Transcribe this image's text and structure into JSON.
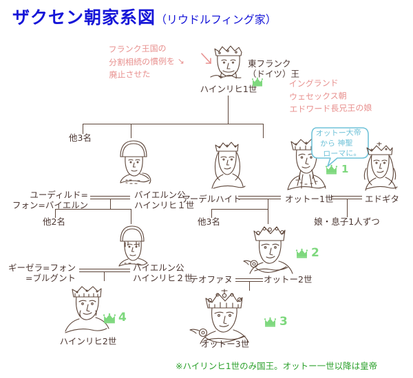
{
  "title": {
    "main": "ザクセン朝家系図",
    "sub": "（リウドルフィング家）"
  },
  "annotations": {
    "left_pink": [
      "フランク王国の",
      "分割相続の慣例を ↘",
      "廃止させた"
    ],
    "right_pink": [
      "イングランド",
      "ウェセックス朝",
      "エドワード長兄王の娘"
    ],
    "bubble_blue": [
      "オットー大帝",
      "から 神聖",
      "ローマに。"
    ]
  },
  "people": {
    "heinrich1": {
      "name": "ハインリヒ1世",
      "role": [
        "東フランク",
        "（ドイツ）王"
      ]
    },
    "bayern_heinrich1": {
      "name": [
        "バイエルン公",
        "ハインリヒ１世"
      ]
    },
    "judith": {
      "name": [
        "ユーディルド=",
        "フォン=バイエルン"
      ]
    },
    "adelheid": {
      "name": "アーデルハイト"
    },
    "otto1": {
      "name": "オットー1世"
    },
    "edgitha": {
      "name": "エドギタ"
    },
    "gisela": {
      "name": [
        "ギーゼラ=フォン",
        "=ブルグント"
      ]
    },
    "bayern_heinrich2": {
      "name": [
        "バイエルン公",
        "ハインリヒ２世"
      ]
    },
    "theophanu": {
      "name": "テオファヌ"
    },
    "otto2": {
      "name": "オットー2世"
    },
    "heinrich2": {
      "name": "ハインリヒ2世"
    },
    "otto3": {
      "name": "オットー3世"
    }
  },
  "sibling_notes": {
    "top_others": "他3名",
    "bayern_others": "他2名",
    "adelheid_others": "他3名",
    "edgitha_children": "娘・息子1人ずつ"
  },
  "crowns": {
    "heinrich1": "",
    "otto1": "1",
    "otto2": "2",
    "otto3": "3",
    "heinrich2": "4"
  },
  "footnote": "※ハイリンヒ1世のみ国王。オットー一世以降は皇帝",
  "colors": {
    "title": "#1616d8",
    "line": "#5c4438",
    "pink": "#e8918f",
    "blue": "#6fc2d8",
    "green": "#7ed87e",
    "footnote_green": "#2aa02a"
  }
}
